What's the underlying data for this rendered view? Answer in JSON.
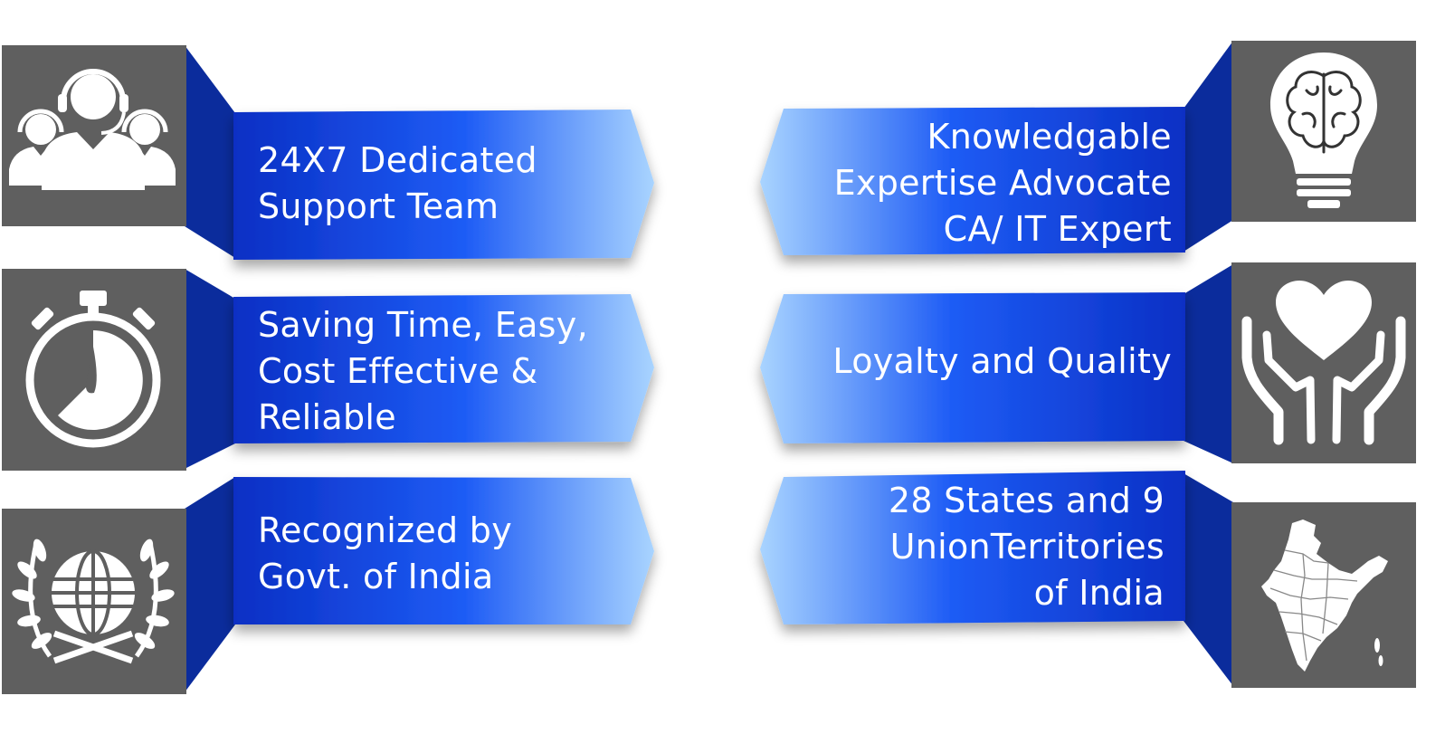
{
  "colors": {
    "icon_box": "#5f5f5f",
    "banner_dark": "#0a2fc4",
    "banner_mid": "#1e5cf5",
    "banner_light": "#a9d4ff",
    "fold": "#0b2c9c",
    "icon": "#ffffff"
  },
  "features": {
    "left": [
      {
        "icon": "support-team-icon",
        "lines": [
          "24X7 Dedicated",
          "Support Team"
        ]
      },
      {
        "icon": "stopwatch-icon",
        "lines": [
          "Saving Time, Easy,",
          "Cost Effective &",
          "Reliable"
        ]
      },
      {
        "icon": "globe-laurel-icon",
        "lines": [
          "Recognized by",
          "Govt. of India"
        ]
      }
    ],
    "right": [
      {
        "icon": "brain-bulb-icon",
        "lines": [
          "Knowledgable",
          "Expertise Advocate",
          "CA/ IT Expert"
        ]
      },
      {
        "icon": "heart-hands-icon",
        "lines": [
          "Loyalty and Quality"
        ]
      },
      {
        "icon": "india-map-icon",
        "lines": [
          "28 States and 9",
          "UnionTerritories",
          "of India"
        ]
      }
    ]
  }
}
